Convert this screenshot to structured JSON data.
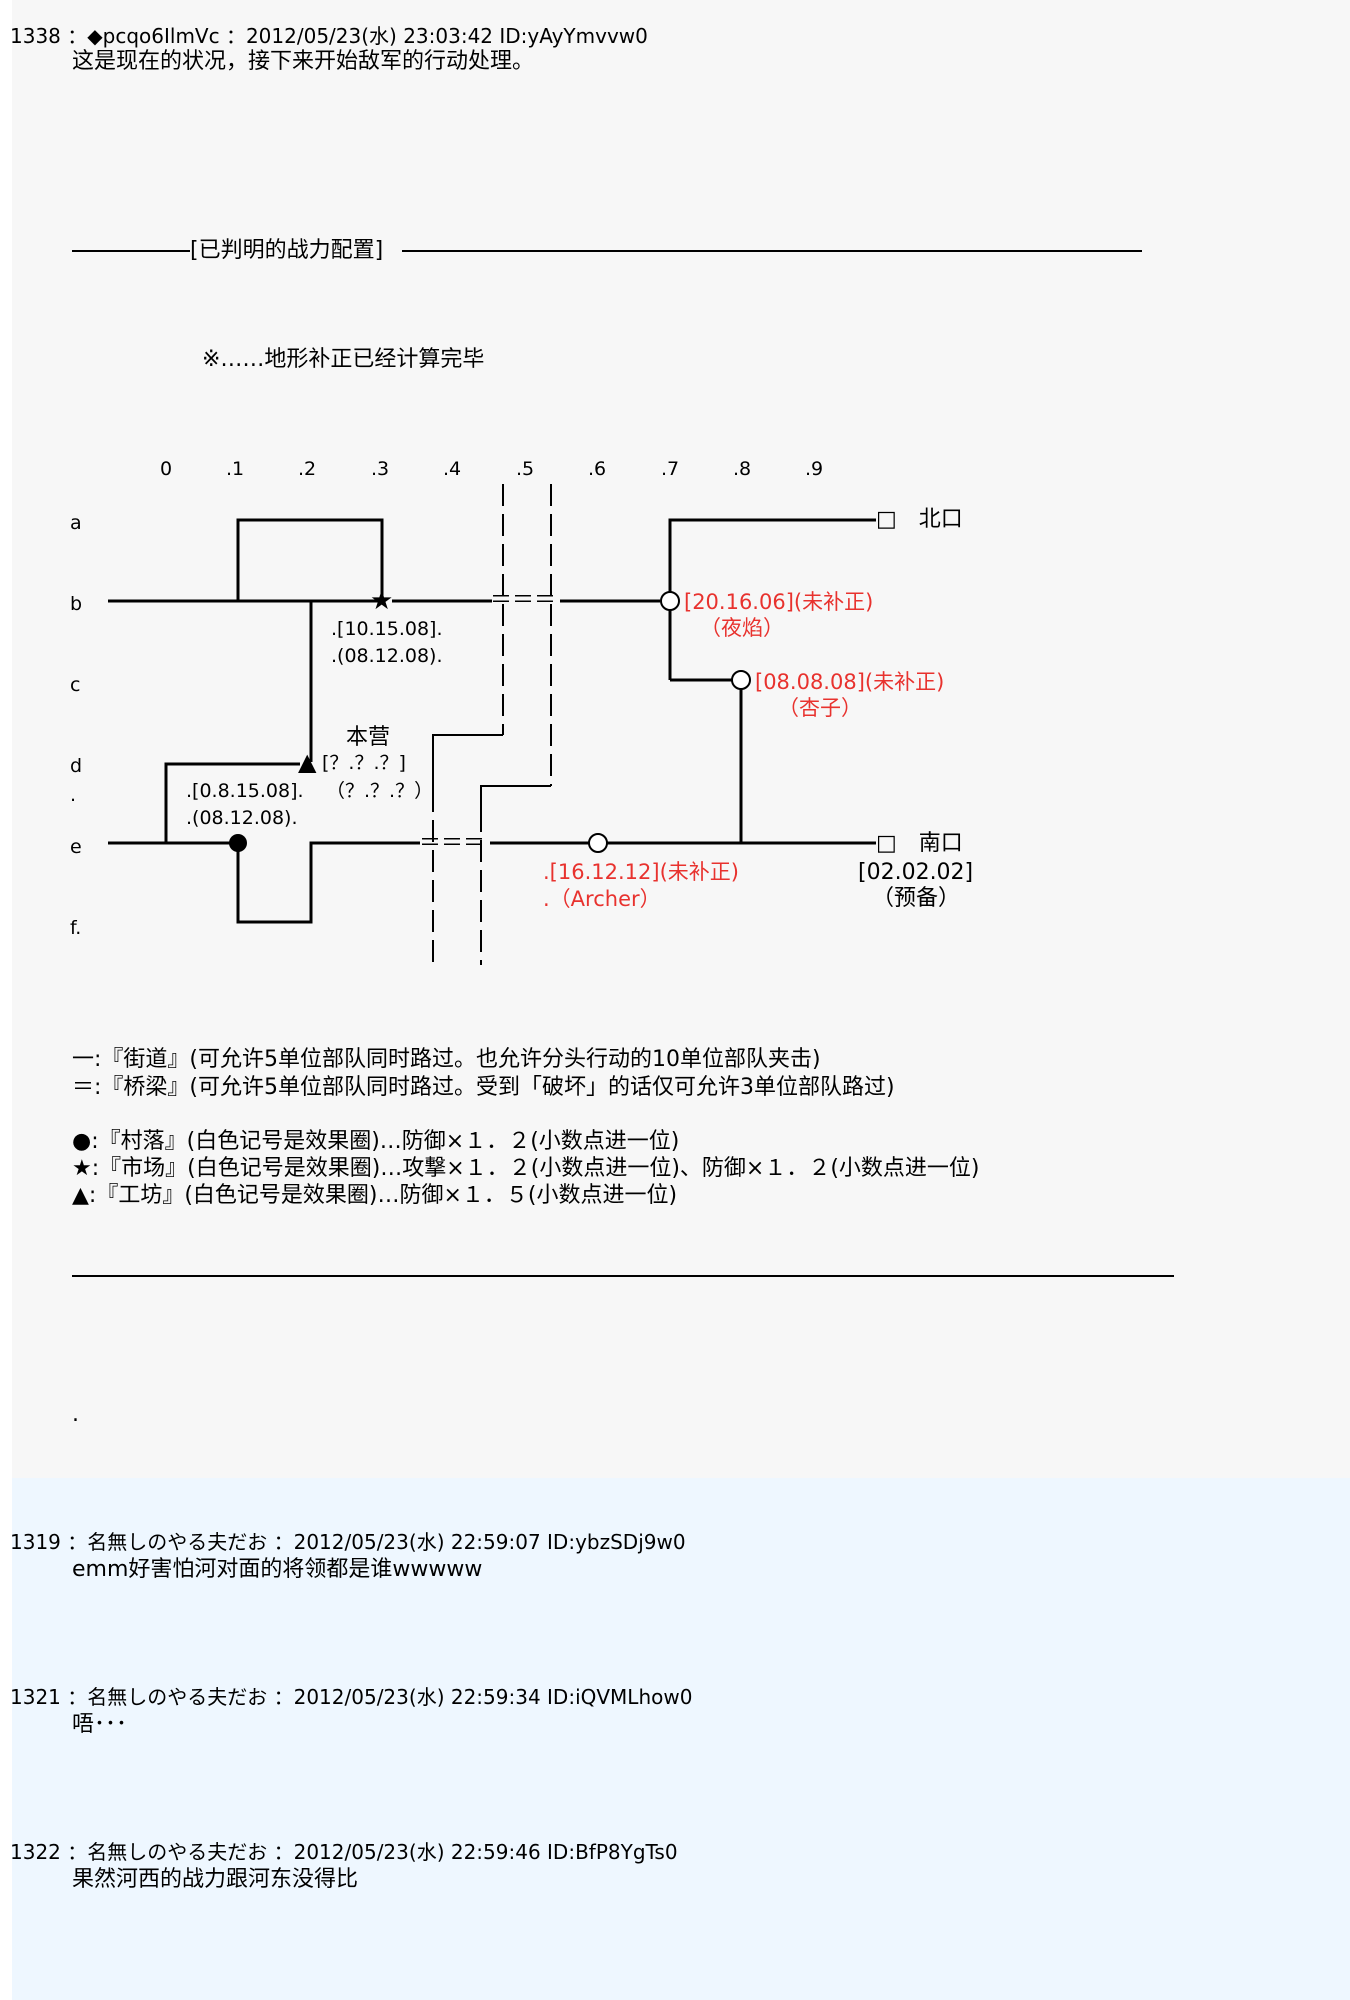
{
  "main_post": {
    "header": "1338 ：◆pcqo6IlmVc ：2012/05/23(水) 23:03:42 ID:yAyYmvvw0",
    "line1": "这是现在的状况，接下来开始敌军的行动处理。",
    "section_title": "[已判明的战力配置]",
    "note": "※……地形补正已经计算完毕",
    "map": {
      "col_labels": [
        "0",
        ".1",
        ".2",
        ".3",
        ".4",
        ".5",
        ".6",
        ".7",
        ".8",
        ".9"
      ],
      "row_labels": [
        "a",
        "b",
        "c",
        "d",
        ".",
        "e",
        "f."
      ],
      "bridge_top": "＝＝＝",
      "bridge_bottom": "＝＝＝",
      "north_exit": "□　北口",
      "south_exit": "□　南口",
      "south_stats": "[02.02.02]",
      "south_name": "（预备）",
      "star_stats1": ".[10.15.08].",
      "star_stats2": ".(08.12.08).",
      "village_stats1": ".[0.8.15.08].",
      "village_stats2": ".(08.12.08).",
      "hq_label": "本营",
      "hq_stats1": "[？.？.？]",
      "hq_stats2": "（？.？.？）",
      "enemy1_stats": "[20.16.06](未补正)",
      "enemy1_name": "（夜焰）",
      "enemy2_stats": "[08.08.08](未补正)",
      "enemy2_name": "（杏子）",
      "enemy3_stats": ".[16.12.12](未补正)",
      "enemy3_name": ".（Archer）",
      "star_icon": "★",
      "triangle_icon": "▲",
      "colors": {
        "red": "#e8322e"
      }
    },
    "legend": [
      "一:『街道』(可允许5单位部队同时路过。也允许分头行动的10单位部队夹击)",
      "＝:『桥梁』(可允许5单位部队同时路过。受到「破坏」的话仅可允许3单位部队路过)",
      "●:『村落』(白色记号是效果圈)…防御×１．２(小数点进一位)",
      "★:『市场』(白色记号是效果圈)…攻撃×１．２(小数点进一位)、防御×１．２(小数点进一位)",
      "▲:『工坊』(白色记号是效果圈)…防御×１．５(小数点进一位)"
    ],
    "trailing": "."
  },
  "replies": [
    {
      "header": "1319 ：名無しのやる夫だお ：2012/05/23(水) 22:59:07 ID:ybzSDj9w0",
      "body": "emm好害怕河对面的将领都是谁wwwww"
    },
    {
      "header": "1321 ：名無しのやる夫だお ：2012/05/23(水) 22:59:34 ID:iQVMLhow0",
      "body": "唔･･･"
    },
    {
      "header": "1322 ：名無しのやる夫だお ：2012/05/23(水) 22:59:46 ID:BfP8YgTs0",
      "body": "果然河西的战力跟河东没得比"
    }
  ]
}
